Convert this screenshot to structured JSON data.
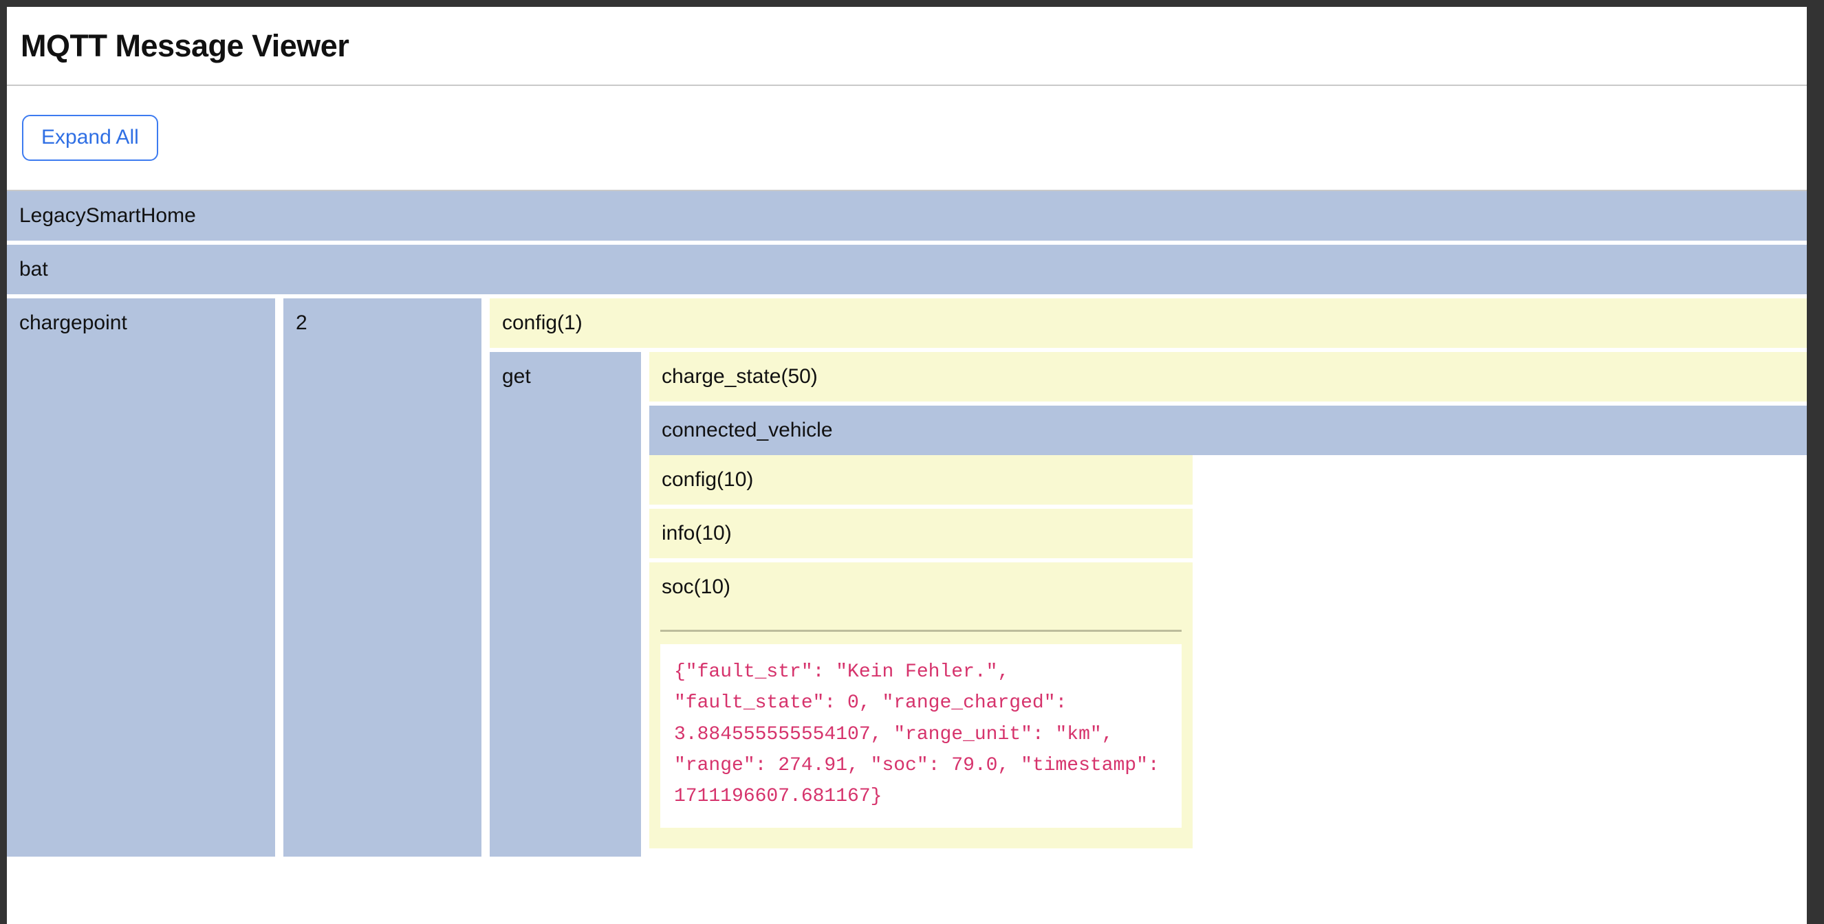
{
  "header": {
    "title": "MQTT Message Viewer"
  },
  "toolbar": {
    "expand_all_label": "Expand All"
  },
  "colors": {
    "branch_bg": "#b3c3de",
    "leaf_bg": "#f9f9d2",
    "payload_text": "#d6336c",
    "accent": "#3d7bf0",
    "frame": "#333333"
  },
  "tree": {
    "root_label": "LegacySmartHome",
    "bat_label": "bat",
    "chargepoint_label": "chargepoint",
    "chargepoint_index_label": "2",
    "config_label": "config(1)",
    "get_label": "get",
    "charge_state_label": "charge_state(50)",
    "connected_vehicle_label": "connected_vehicle",
    "cv_config_label": "config(10)",
    "cv_info_label": "info(10)",
    "cv_soc_label": "soc(10)",
    "soc_payload": "{\"fault_str\": \"Kein Fehler.\", \"fault_state\": 0, \"range_charged\": 3.884555555554107, \"range_unit\": \"km\", \"range\": 274.91, \"soc\": 79.0, \"timestamp\": 1711196607.681167}"
  }
}
